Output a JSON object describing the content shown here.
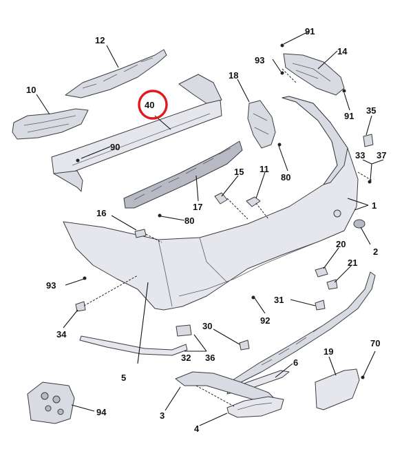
{
  "colors": {
    "highlight": "#e0191f"
  },
  "labels": {
    "p1": "1",
    "p2": "2",
    "p3": "3",
    "p4": "4",
    "p5": "5",
    "p6": "6",
    "p10": "10",
    "p11": "11",
    "p12": "12",
    "p14": "14",
    "p15": "15",
    "p16": "16",
    "p17": "17",
    "p18": "18",
    "p19": "19",
    "p20": "20",
    "p21": "21",
    "p30": "30",
    "p31": "31",
    "p32": "32",
    "p33": "33",
    "p34": "34",
    "p35": "35",
    "p36": "36",
    "p37": "37",
    "p40": "40",
    "p70": "70",
    "p80a": "80",
    "p80b": "80",
    "p90": "90",
    "p91a": "91",
    "p91b": "91",
    "p92": "92",
    "p93a": "93",
    "p93b": "93",
    "p94": "94"
  }
}
